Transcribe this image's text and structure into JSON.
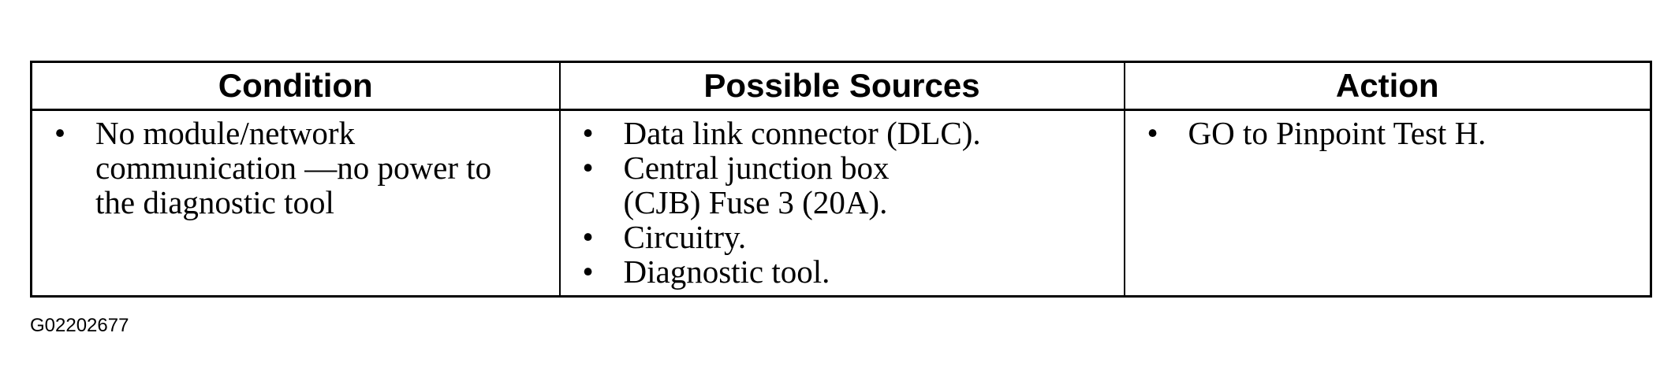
{
  "table": {
    "headers": [
      "Condition",
      "Possible Sources",
      "Action"
    ],
    "bullet": "•",
    "condition_items": [
      "No module/network communication —no power to the diagnostic tool"
    ],
    "source_items": [
      "Data link connector (DLC).",
      "Central junction box (CJB) Fuse 3 (20A).",
      "Circuitry.",
      "Diagnostic tool."
    ],
    "action_items": [
      "GO to Pinpoint Test H."
    ]
  },
  "figure_id": "G02202677"
}
